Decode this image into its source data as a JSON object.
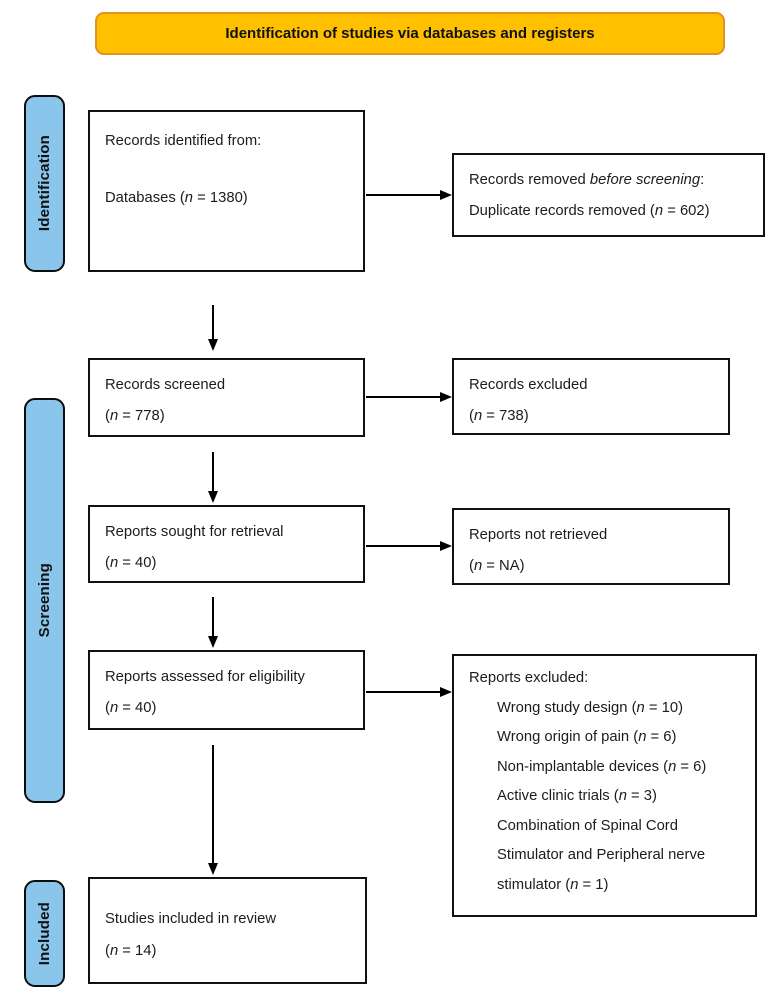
{
  "banner": {
    "title": "Identification of studies via databases and registers"
  },
  "colors": {
    "banner_fill": "#FFC000",
    "banner_border": "#DE9420",
    "stage_fill": "#8AC5EB",
    "box_border": "#111111"
  },
  "stages": {
    "identification": "Identification",
    "screening": "Screening",
    "included": "Included"
  },
  "boxes": {
    "records_identified": {
      "lines": [
        "Records identified from:",
        "Databases (n = 1380)"
      ]
    },
    "records_removed": {
      "lines": [
        "Records removed before screening:",
        "Duplicate records removed (n = 602)"
      ]
    },
    "records_screened": {
      "lines": [
        "Records screened",
        "(n = 778)"
      ]
    },
    "records_excluded": {
      "lines": [
        "Records excluded",
        "(n = 738)"
      ]
    },
    "reports_sought": {
      "lines": [
        "Reports sought for retrieval",
        "(n = 40)"
      ]
    },
    "reports_not_retrieved": {
      "lines": [
        "Reports not retrieved",
        "(n = NA)"
      ]
    },
    "reports_assessed": {
      "lines": [
        "Reports assessed for eligibility",
        "(n = 40)"
      ]
    },
    "reports_excluded": {
      "header": "Reports excluded:",
      "items": [
        "Wrong study design (n = 10)",
        "Wrong origin of pain (n = 6)",
        "Non-implantable devices (n = 6)",
        "Active clinic trials (n = 3)",
        "Combination of Spinal Cord",
        "Stimulator and Peripheral nerve",
        "stimulator (n = 1)"
      ]
    },
    "studies_included": {
      "lines": [
        "Studies included in review",
        "(n = 14)"
      ]
    }
  }
}
